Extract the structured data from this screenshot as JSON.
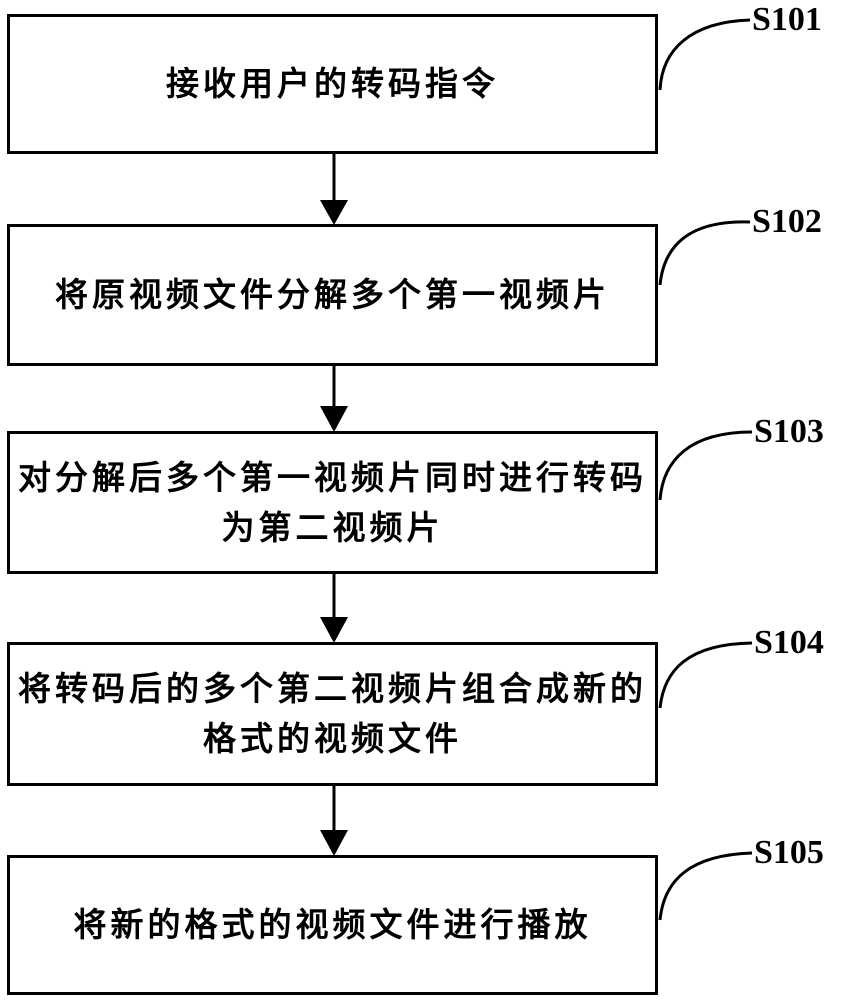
{
  "steps": [
    {
      "id": "S101",
      "label": "S101",
      "text": "接收用户的转码指令"
    },
    {
      "id": "S102",
      "label": "S102",
      "text": "将原视频文件分解多个第一视频片"
    },
    {
      "id": "S103",
      "label": "S103",
      "text": "对分解后多个第一视频片同时进行转码为第二视频片"
    },
    {
      "id": "S104",
      "label": "S104",
      "text": "将转码后的多个第二视频片组合成新的格式的视频文件"
    },
    {
      "id": "S105",
      "label": "S105",
      "text": "将新的格式的视频文件进行播放"
    }
  ]
}
